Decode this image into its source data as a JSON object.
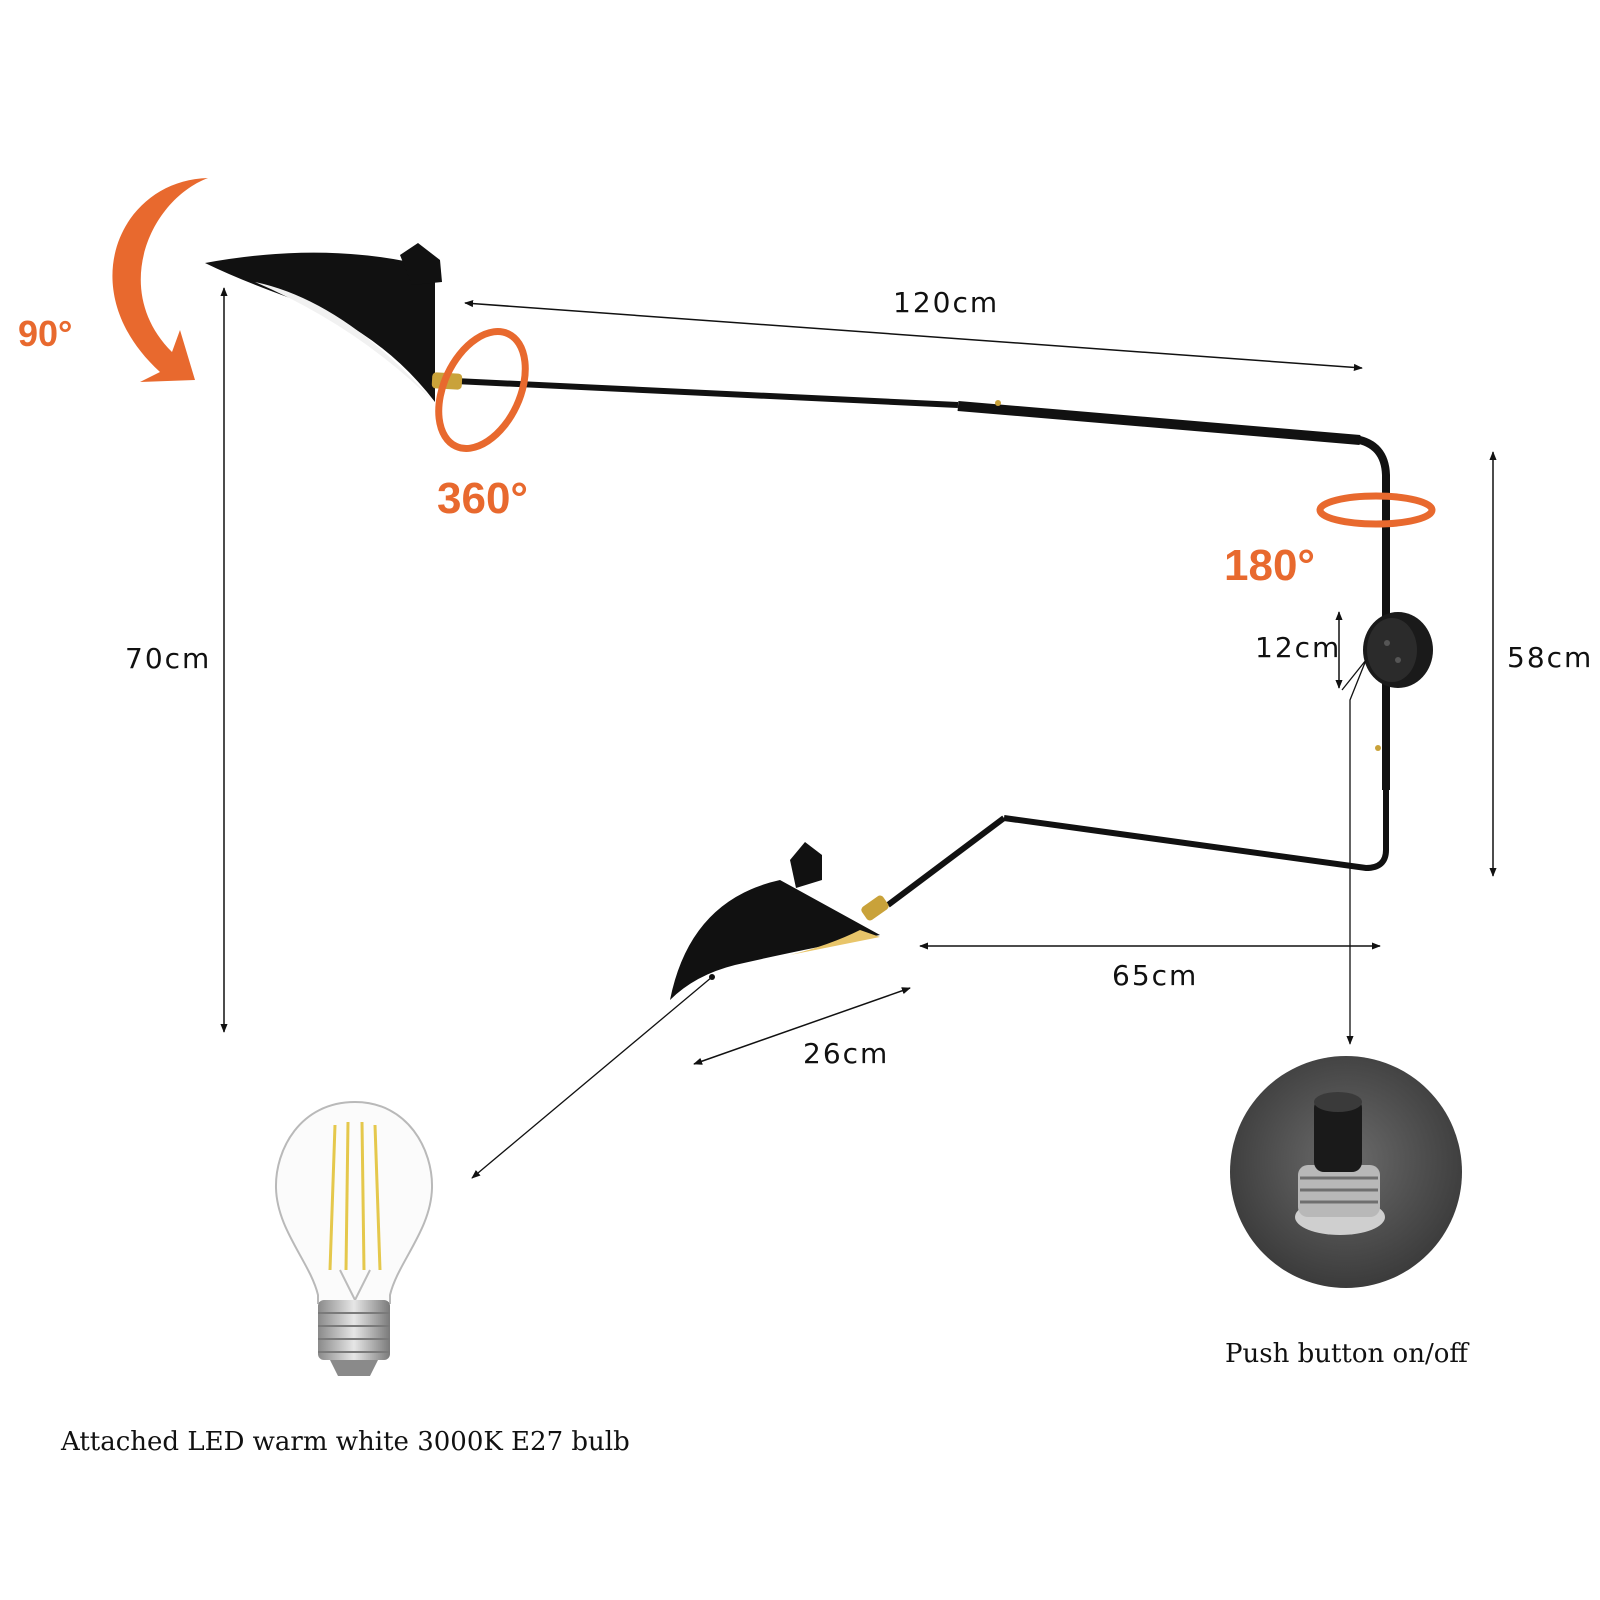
{
  "colors": {
    "accent": "#E8692E",
    "lamp_black": "#111111",
    "brass": "#C9A23A",
    "background": "#FFFFFF"
  },
  "rotations": {
    "shade_tilt": "90°",
    "arm_spin": "360°",
    "mount_swivel": "180°"
  },
  "dimensions": {
    "arm_length": "120cm",
    "total_height": "70cm",
    "mount_height": "58cm",
    "backplate_height": "12cm",
    "lower_arm_length": "65cm",
    "shade_length": "26cm"
  },
  "captions": {
    "bulb": "Attached LED warm white 3000K E27 bulb",
    "switch": "Push button on/off"
  }
}
